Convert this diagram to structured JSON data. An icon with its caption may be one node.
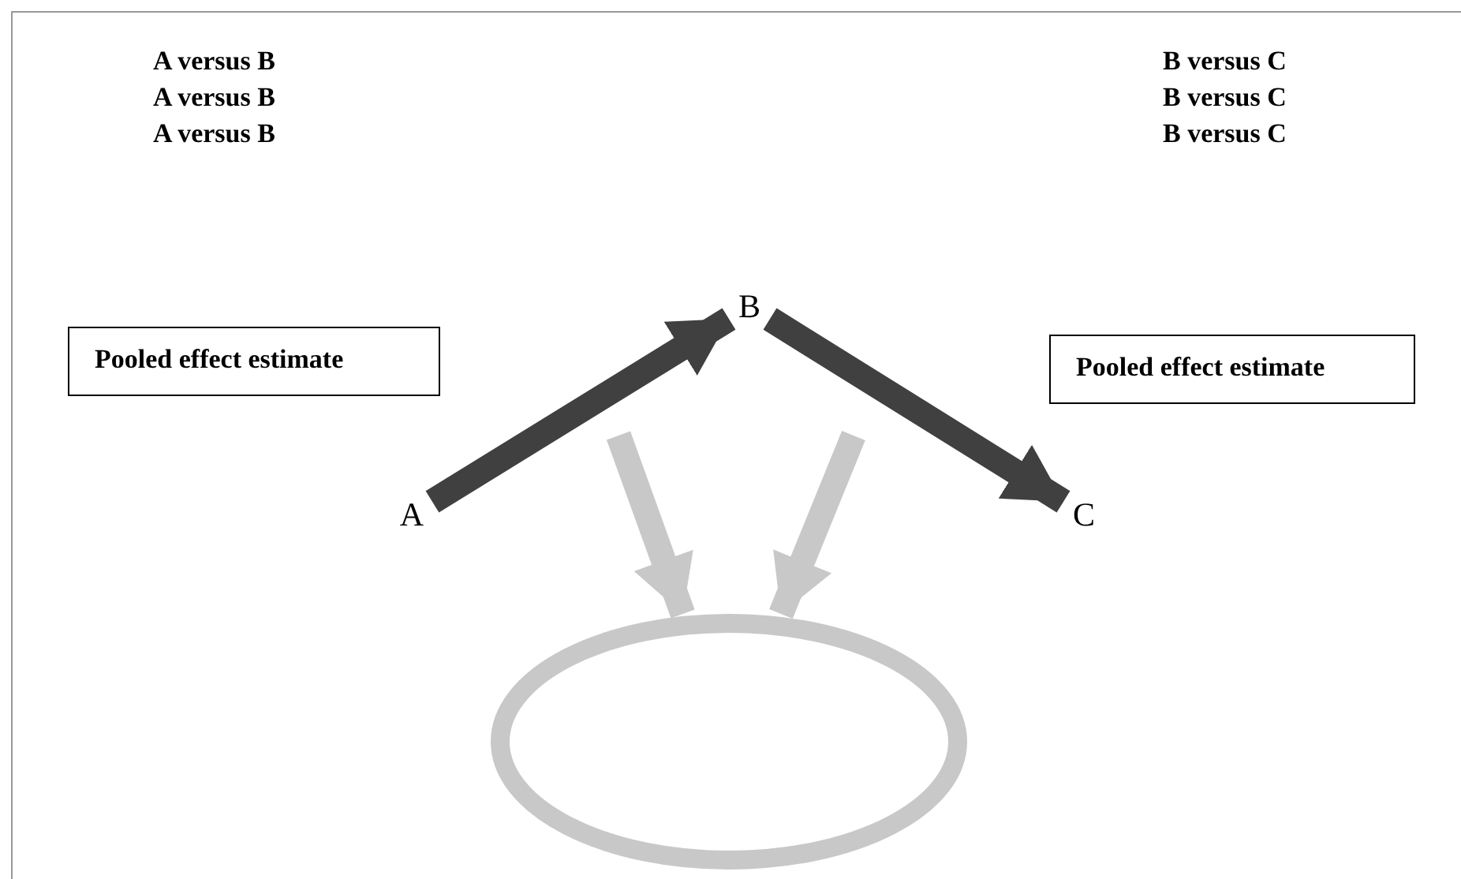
{
  "diagram": {
    "nodes": [
      {
        "text": [
          "B"
        ]
      },
      {
        "text": [
          "Pooled effect estimate"
        ]
      },
      {
        "text": [
          "Pooled effect estimate"
        ]
      },
      {
        "text": [
          "A"
        ]
      },
      {
        "text": [
          "C"
        ]
      },
      {
        "text": [],
        "shape": "ellipse"
      }
    ],
    "edges": [
      {
        "from": 3,
        "to": 0,
        "arrow": "to",
        "color": "#404040"
      },
      {
        "from": 0,
        "to": 4,
        "arrow": "to",
        "color": "#404040"
      },
      {
        "from": null,
        "to": 5,
        "arrow": "to",
        "color": "#c8c8c8"
      },
      {
        "from": null,
        "to": 5,
        "arrow": "to",
        "color": "#c8c8c8"
      }
    ],
    "labels": [
      "A versus B",
      "B versus C",
      "A versus B",
      "B versus C",
      "A versus B",
      "B versus C"
    ]
  }
}
